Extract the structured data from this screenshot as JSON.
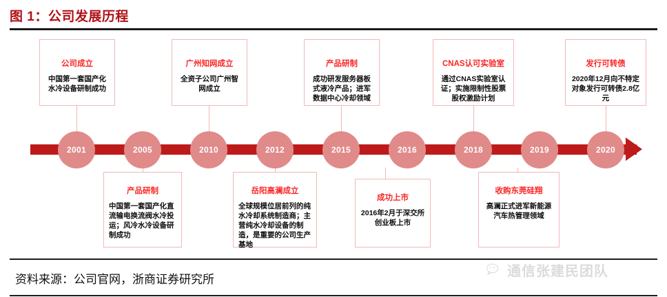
{
  "header": {
    "title": "图 1：公司发展历程"
  },
  "timeline": {
    "nodes": [
      {
        "year": "2001"
      },
      {
        "year": "2005"
      },
      {
        "year": "2010"
      },
      {
        "year": "2012"
      },
      {
        "year": "2015"
      },
      {
        "year": "2016"
      },
      {
        "year": "2018"
      },
      {
        "year": "2019"
      },
      {
        "year": "2020"
      }
    ],
    "bar_color": "#bd1a1a",
    "node_color": "#e08a8a",
    "connector_color": "#f0b6b6"
  },
  "cards_top": [
    {
      "year": "2001",
      "title": "公司成立",
      "body": "中国第一套国产化水冷设备研制成功"
    },
    {
      "year": "2010",
      "title": "广州知网成立",
      "body": "全资子公司广州智网成立"
    },
    {
      "year": "2015",
      "title": "产品研制",
      "body": "成功研发服务器板式液冷产品；进军数据中心冷却领域"
    },
    {
      "year": "2018",
      "title": "CNAS认可实验室",
      "body": "通过CNAS实验室认证；实施限制性股票股权激励计划"
    },
    {
      "year": "2020",
      "title": "发行可转债",
      "body": "2020年12月向不特定对象发行可转债2.8亿元"
    }
  ],
  "cards_bottom": [
    {
      "year": "2005",
      "title": "产品研制",
      "body": "中国第一套国产化直流输电换流阀水冷投运；风冷水冷设备研制成功"
    },
    {
      "year": "2012",
      "title": "岳阳高澜成立",
      "body": "全球规模位居前列的纯水冷却系统制造商；主营纯水冷却设备的制造，是重要的公司生产基地"
    },
    {
      "year": "2016",
      "title": "成功上市",
      "body": "2016年2月于深交所创业板上市"
    },
    {
      "year": "2019",
      "title": "收购东莞硅翔",
      "body": "高澜正式进军新能源汽车热管理领域"
    }
  ],
  "footer": {
    "source": "资料来源：公司官网，浙商证券研究所",
    "watermark_text": "通信张建民团队",
    "watermark_icon": "wechat-icon"
  },
  "colors": {
    "title_red": "#b01116",
    "card_title_red": "#fa2626",
    "bar_red": "#bd1a1a",
    "node_salmon": "#e08a8a",
    "card_border_pink": "#f2b7b7"
  }
}
